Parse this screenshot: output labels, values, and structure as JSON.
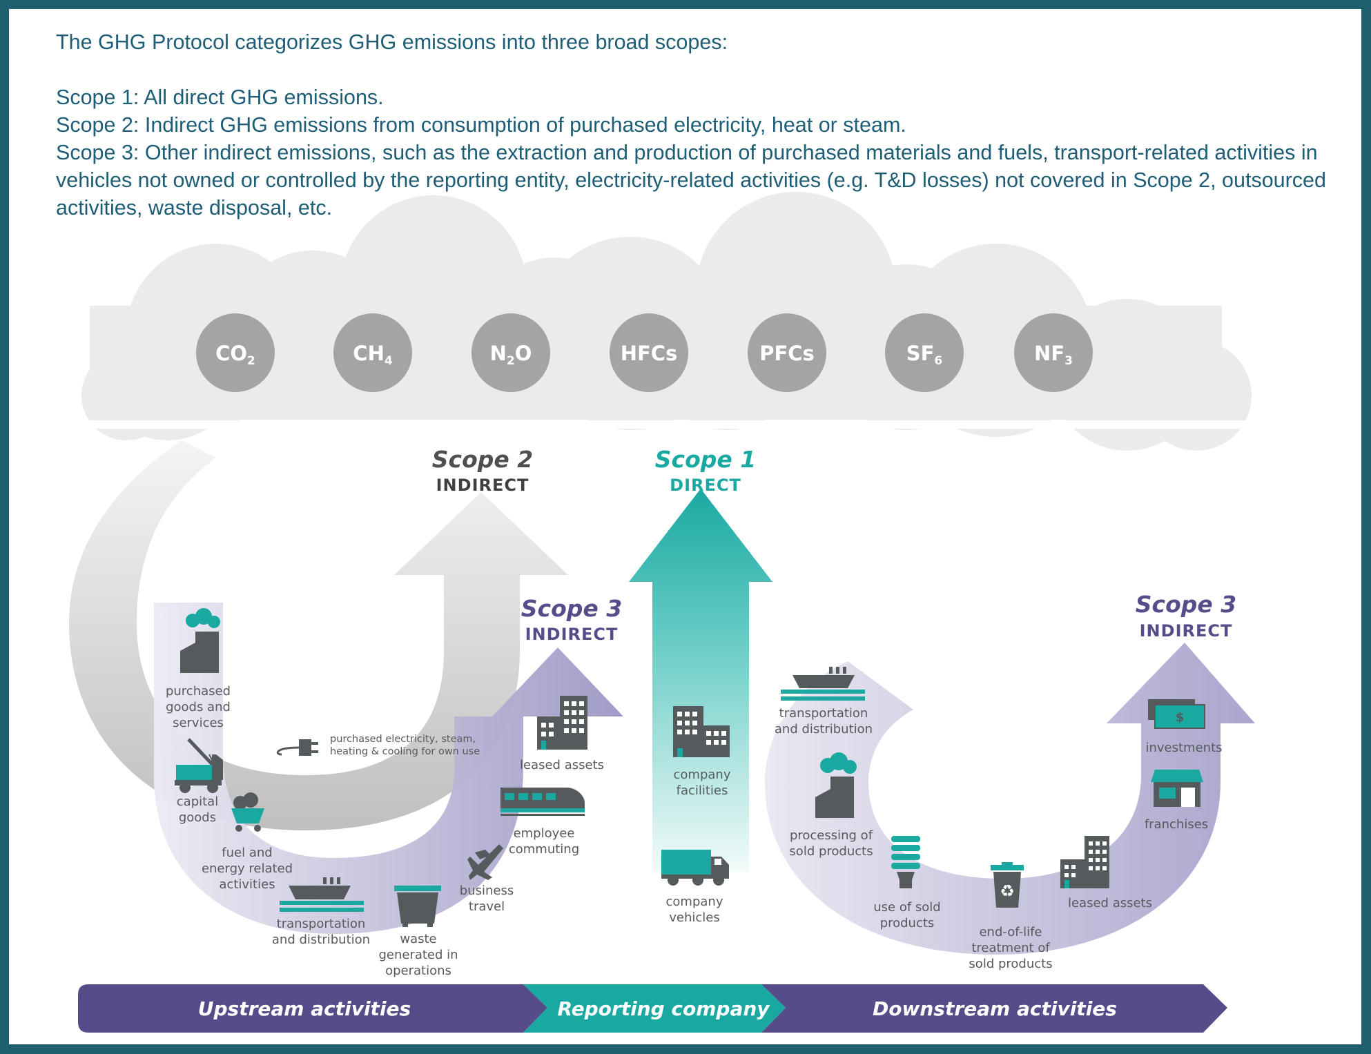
{
  "intro": {
    "heading": "The GHG Protocol categorizes GHG emissions into three broad scopes:",
    "scope1": "Scope 1: All direct GHG emissions.",
    "scope2": "Scope 2: Indirect GHG emissions from consumption of purchased electricity, heat or steam.",
    "scope3": "Scope 3: Other indirect emissions, such as the extraction and production of purchased materials and fuels, transport-related activities in vehicles not owned or controlled by the reporting entity, electricity-related activities (e.g. T&D losses) not covered in Scope 2, outsourced activities, waste disposal, etc."
  },
  "gases": [
    {
      "base": "CO",
      "sub": "2"
    },
    {
      "base": "CH",
      "sub": "4"
    },
    {
      "base": "N",
      "sub": "2",
      "tail": "O"
    },
    {
      "base": "HFCs",
      "sub": ""
    },
    {
      "base": "PFCs",
      "sub": ""
    },
    {
      "base": "SF",
      "sub": "6"
    },
    {
      "base": "NF",
      "sub": "3"
    }
  ],
  "scopes": {
    "scope2": {
      "title": "Scope 2",
      "sub": "INDIRECT"
    },
    "scope1": {
      "title": "Scope 1",
      "sub": "DIRECT"
    },
    "scope3_up": {
      "title": "Scope 3",
      "sub": "INDIRECT"
    },
    "scope3_down": {
      "title": "Scope 3",
      "sub": "INDIRECT"
    }
  },
  "upstream": {
    "purchased_goods": [
      "purchased",
      "goods and",
      "services"
    ],
    "purchased_electricity": [
      "purchased electricity, steam,",
      "heating & cooling for own use"
    ],
    "capital_goods": [
      "capital",
      "goods"
    ],
    "fuel_energy": [
      "fuel and",
      "energy related",
      "activities"
    ],
    "transport": [
      "transportation",
      "and distribution"
    ],
    "waste": [
      "waste",
      "generated in",
      "operations"
    ],
    "business_travel": [
      "business",
      "travel"
    ],
    "employee_commuting": [
      "employee",
      "commuting"
    ],
    "leased_assets": [
      "leased assets"
    ]
  },
  "reporting": {
    "facilities": [
      "company",
      "facilities"
    ],
    "vehicles": [
      "company",
      "vehicles"
    ]
  },
  "downstream": {
    "transport": [
      "transportation",
      "and distribution"
    ],
    "processing": [
      "processing of",
      "sold products"
    ],
    "use": [
      "use of sold",
      "products"
    ],
    "end_of_life": [
      "end-of-life",
      "treatment of",
      "sold products"
    ],
    "leased_assets": [
      "leased assets"
    ],
    "franchises": [
      "franchises"
    ],
    "investments": [
      "investments"
    ]
  },
  "band": {
    "upstream": "Upstream activities",
    "reporting": "Reporting company",
    "downstream": "Downstream activities"
  },
  "colors": {
    "teal": "#1aa9a1",
    "purple": "#574c8a",
    "gray_text": "#555a5c",
    "intro_text": "#1d5d75",
    "frame": "#1e5f70"
  }
}
